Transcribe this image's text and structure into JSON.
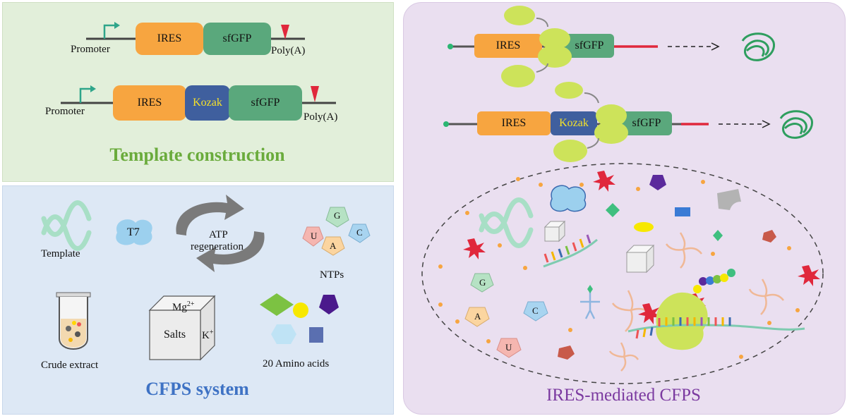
{
  "template_panel": {
    "title": "Template construction",
    "construct1": {
      "promoter": "Promoter",
      "ires": "IRES",
      "sfgfp": "sfGFP",
      "polya": "Poly(A)"
    },
    "construct2": {
      "promoter": "Promoter",
      "ires": "IRES",
      "kozak": "Kozak",
      "sfgfp": "sfGFP",
      "polya": "Poly(A)"
    }
  },
  "cfps_panel": {
    "title": "CFPS system",
    "template_label": "Template",
    "t7_label": "T7",
    "atp_label_line1": "ATP",
    "atp_label_line2": "regeneration",
    "ntps_label": "NTPs",
    "ntp_letters": [
      "U",
      "G",
      "C",
      "A"
    ],
    "crude_extract_label": "Crude extract",
    "salts_label": "Salts",
    "mg_label": "Mg",
    "mg_charge": "2+",
    "k_label": "K",
    "k_charge": "+",
    "amino_acids_label": "20 Amino acids"
  },
  "ires_panel": {
    "title": "IRES-mediated CFPS",
    "mrna1": {
      "ires": "IRES",
      "sfgfp": "sfGFP"
    },
    "mrna2": {
      "ires": "IRES",
      "kozak": "Kozak",
      "sfgfp": "sfGFP"
    },
    "nucleotide_letters": [
      "G",
      "A",
      "C",
      "U"
    ]
  },
  "colors": {
    "ires": "#f7a540",
    "sfgfp": "#5aa87c",
    "kozak": "#3f5f9e",
    "kozak_text": "#f5e12a",
    "ribosome": "#cde35a",
    "protein": "#2e9e5e",
    "polya_marker": "#e0283c"
  }
}
